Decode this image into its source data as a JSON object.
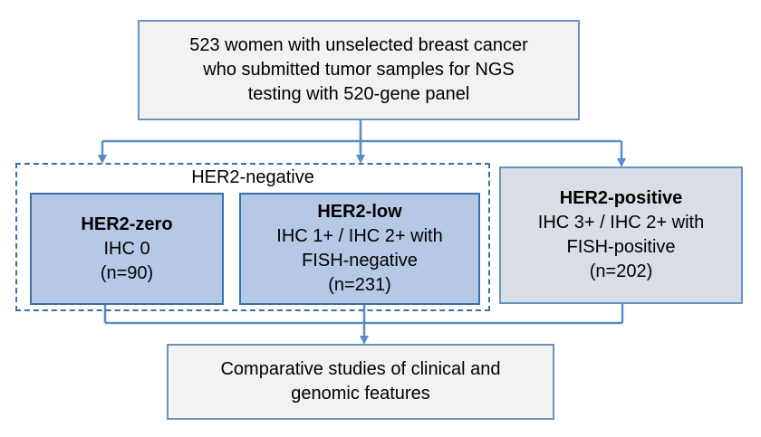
{
  "top_box": {
    "line1": "523 women with unselected breast cancer",
    "line2": "who submitted tumor samples for NGS",
    "line3": "testing with 520-gene panel"
  },
  "her2_negative": {
    "title": "HER2-negative"
  },
  "her2_zero": {
    "title": "HER2-zero",
    "line1": "IHC 0",
    "line2": "(n=90)"
  },
  "her2_low": {
    "title": "HER2-low",
    "line1": "IHC 1+ / IHC 2+ with",
    "line2": "FISH-negative",
    "line3": "(n=231)"
  },
  "her2_positive": {
    "title": "HER2-positive",
    "line1": "IHC 3+ / IHC 2+ with",
    "line2": "FISH-positive",
    "line3": "(n=202)"
  },
  "bottom_box": {
    "line1": "Comparative studies of clinical and",
    "line2": "genomic features"
  },
  "colors": {
    "connector": "#5b8cc6",
    "negative_fill": "#b5c8e6",
    "positive_fill": "#d8dde6",
    "neutral_fill": "#f2f2f2"
  }
}
